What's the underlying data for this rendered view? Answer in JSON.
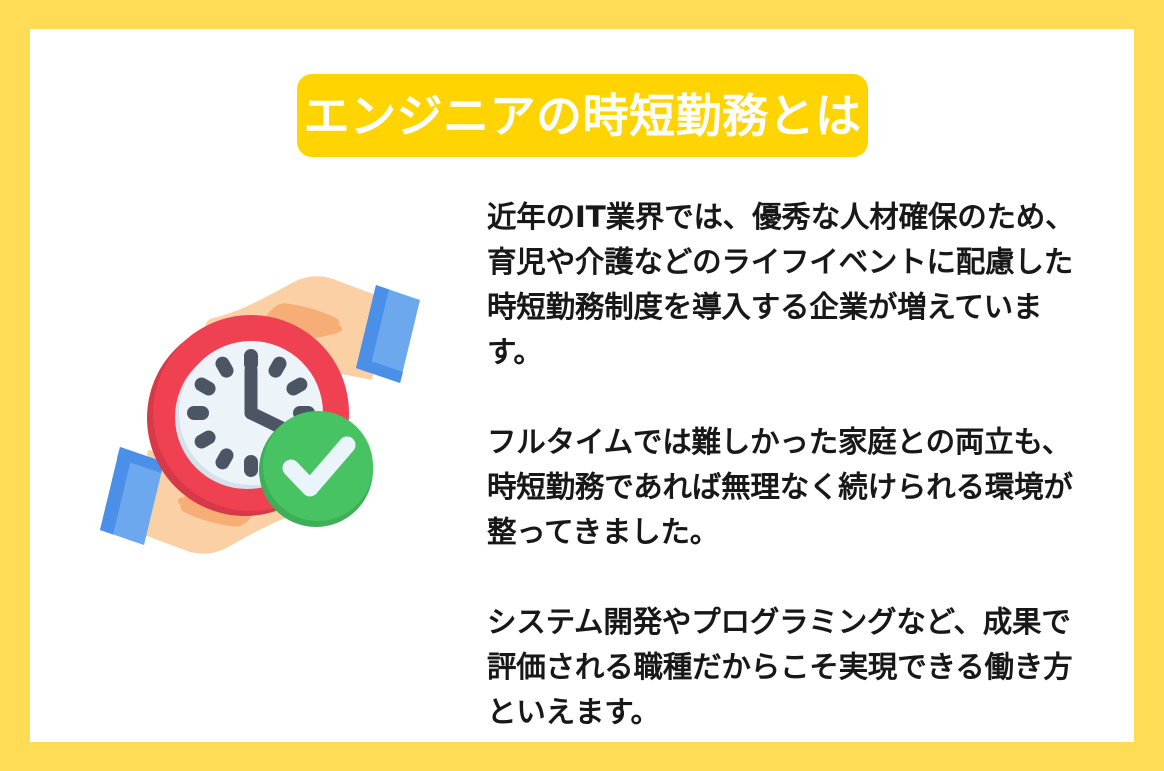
{
  "page": {
    "background_color": "#FFDC55",
    "card_color": "#FFFFFF"
  },
  "title": {
    "text": "エンジニアの時短勤務とは",
    "badge_color": "#FFD400",
    "text_color": "#FFFFFF"
  },
  "body": {
    "text_color": "#181818",
    "paragraphs": [
      "近年のIT業界では、優秀な人材確保のため、育児や介護などのライフイベントに配慮した時短勤務制度を導入する企業が増えています。",
      "フルタイムでは難しかった家庭との両立も、時短勤務であれば無理なく続けられる環境が整ってきました。",
      "システム開発やプログラミングなど、成果で評価される職種だからこそ実現できる働き方といえます。"
    ]
  },
  "illustration": {
    "name": "hands-holding-clock-with-check",
    "colors": {
      "skin": "#FBD0A4",
      "skin_shadow": "#F7AE76",
      "sleeve": "#6CA8EE",
      "sleeve_shadow": "#4A90E8",
      "clock_ring": "#F04152",
      "clock_ring_shadow": "#D6394A",
      "clock_face": "#EDF4F9",
      "clock_face_shadow": "#D5E2EC",
      "clock_marks": "#4B5563",
      "check_circle": "#47C364",
      "check_circle_shadow": "#3EAE58",
      "check_mark": "#EAF4FB"
    }
  }
}
